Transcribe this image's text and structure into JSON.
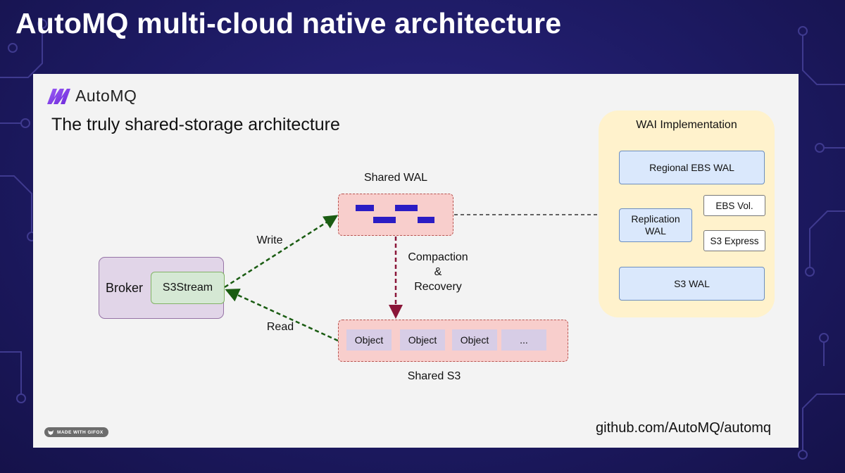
{
  "slide": {
    "title": "AutoMQ multi-cloud native architecture"
  },
  "panel": {
    "logo_text": "AutoMQ",
    "subtitle": "The truly shared-storage architecture",
    "footer_link": "github.com/AutoMQ/automq",
    "gifox_badge": "MADE WITH GIFOX"
  },
  "diagram": {
    "broker": "Broker",
    "s3stream": "S3Stream",
    "shared_wal": "Shared WAL",
    "shared_s3": "Shared S3",
    "write": "Write",
    "read": "Read",
    "compaction_lines": [
      "Compaction",
      "&",
      "Recovery"
    ],
    "objects": [
      "Object",
      "Object",
      "Object",
      "..."
    ]
  },
  "wai": {
    "title": "WAI Implementation",
    "regional": "Regional EBS WAL",
    "replication": "Replication",
    "replication_line2": "WAL",
    "ebs_vol": "EBS Vol.",
    "s3_express": "S3 Express",
    "s3_wal": "S3 WAL"
  },
  "colors": {
    "background": "#1d1a63",
    "write_read_arrow": "#1a5c12",
    "compaction_arrow": "#8a1538",
    "wal_bar": "#2b1cc4",
    "logo": "#7c3aed"
  }
}
